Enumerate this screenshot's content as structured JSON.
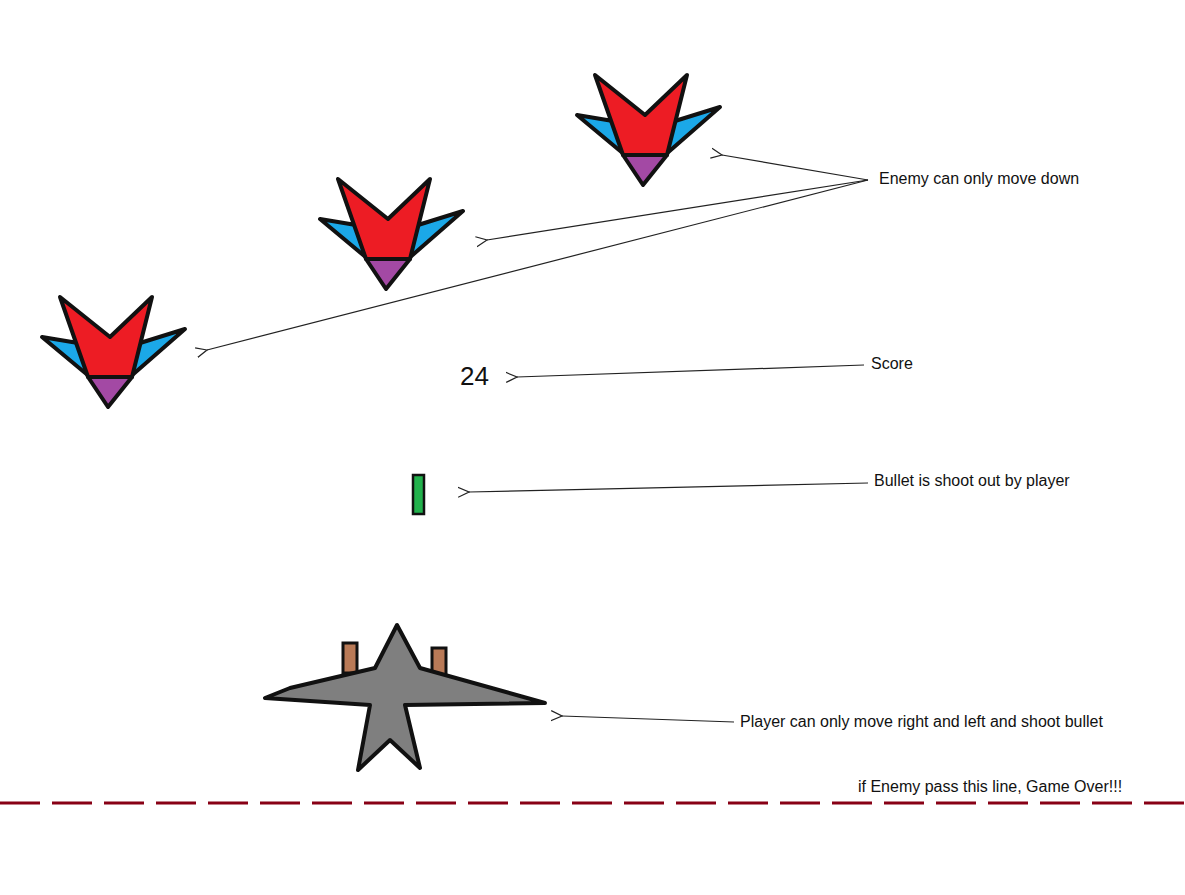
{
  "diagram": {
    "labels": [
      "Enemy can only move down",
      "24",
      "Score",
      "Bullet is shoot out by player",
      "Player can only move right and left and shoot bullet",
      "if Enemy pass this line, Game Over!!!"
    ]
  }
}
